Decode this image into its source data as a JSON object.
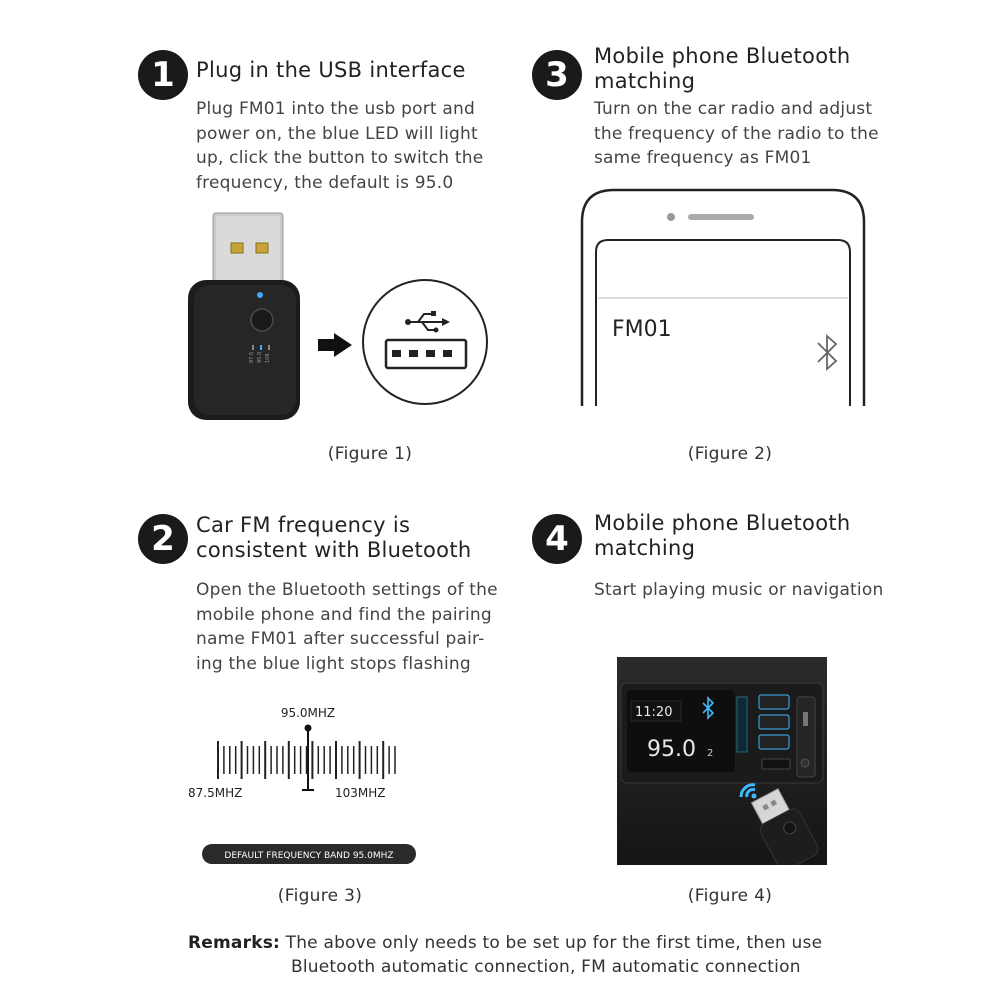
{
  "steps": [
    {
      "number": "1",
      "title": "Plug in the USB interface",
      "description": "Plug FM01 into the usb port and\npower on, the blue LED will light\nup, click the button to switch the\nfrequency, the default is 95.0"
    },
    {
      "number": "3",
      "title": "Mobile phone Bluetooth\nmatching",
      "description": "Turn on the car radio and adjust\nthe frequency of the radio to the\nsame frequency as FM01"
    },
    {
      "number": "2",
      "title": "Car FM frequency is\nconsistent with Bluetooth",
      "description": "Open the Bluetooth settings of the\nmobile phone and find the pairing\nname FM01 after successful pair-\ning the blue light stops flashing"
    },
    {
      "number": "4",
      "title": "Mobile phone Bluetooth\nmatching",
      "description": "Start playing music or navigation"
    }
  ],
  "figure1": {
    "caption": "(Figure 1)",
    "device_labels": [
      "87.5",
      "95.0",
      "108"
    ]
  },
  "figure2": {
    "caption": "(Figure 2)",
    "device_name": "FM01"
  },
  "figure3": {
    "caption": "(Figure 3)",
    "center_label": "95.0MHZ",
    "left_label": "87.5MHZ",
    "right_label": "103MHZ",
    "band_label": "DEFAULT FREQUENCY BAND 95.0MHZ"
  },
  "figure4": {
    "caption": "(Figure 4)",
    "clock": "11:20",
    "frequency": "95.0",
    "channel": "2"
  },
  "remarks": {
    "label": "Remarks:",
    "line1": "The above only needs to be set up for the first time, then use",
    "line2": "Bluetooth automatic connection, FM automatic connection"
  },
  "icons": [
    "arrow-right-icon",
    "usb-icon",
    "usb-port-icon",
    "bluetooth-icon",
    "wifi-signal-icon"
  ],
  "colors": {
    "badge": "#1a1a1a",
    "led_blue": "#3fa9ff",
    "text": "#444444",
    "band_pill": "#2a2a2a"
  }
}
